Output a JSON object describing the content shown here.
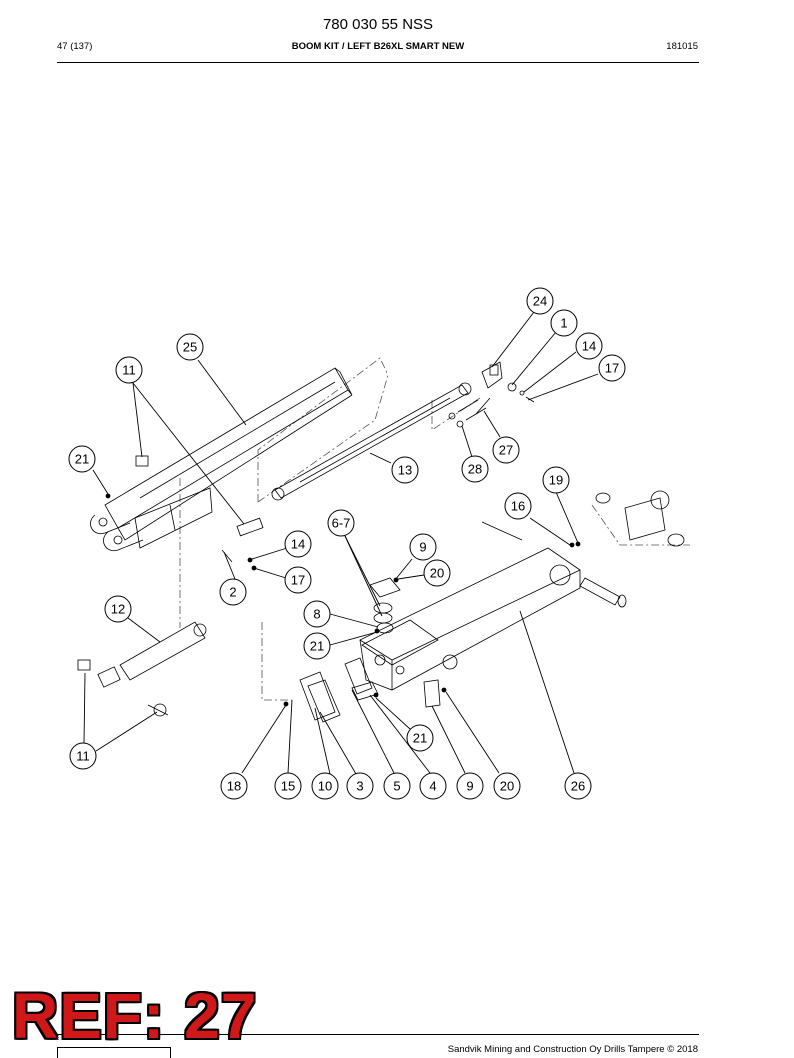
{
  "header": {
    "doc_number": "780 030 55 NSS",
    "page": "47 (137)",
    "title": "BOOM KIT / LEFT B26XL SMART NEW",
    "date": "181015"
  },
  "callouts": [
    {
      "id": "c24",
      "label": "24"
    },
    {
      "id": "c1",
      "label": "1"
    },
    {
      "id": "c14a",
      "label": "14"
    },
    {
      "id": "c17a",
      "label": "17"
    },
    {
      "id": "c25",
      "label": "25"
    },
    {
      "id": "c11a",
      "label": "11"
    },
    {
      "id": "c27",
      "label": "27"
    },
    {
      "id": "c21a",
      "label": "21"
    },
    {
      "id": "c13",
      "label": "13"
    },
    {
      "id": "c28",
      "label": "28"
    },
    {
      "id": "c19",
      "label": "19"
    },
    {
      "id": "c16",
      "label": "16"
    },
    {
      "id": "c6-7",
      "label": "6-7"
    },
    {
      "id": "c14b",
      "label": "14"
    },
    {
      "id": "c9a",
      "label": "9"
    },
    {
      "id": "c20a",
      "label": "20"
    },
    {
      "id": "c17b",
      "label": "17"
    },
    {
      "id": "c2",
      "label": "2"
    },
    {
      "id": "c12",
      "label": "12"
    },
    {
      "id": "c8",
      "label": "8"
    },
    {
      "id": "c21b",
      "label": "21"
    },
    {
      "id": "c21c",
      "label": "21"
    },
    {
      "id": "c11b",
      "label": "11"
    },
    {
      "id": "c18",
      "label": "18"
    },
    {
      "id": "c15",
      "label": "15"
    },
    {
      "id": "c10",
      "label": "10"
    },
    {
      "id": "c3",
      "label": "3"
    },
    {
      "id": "c5",
      "label": "5"
    },
    {
      "id": "c4",
      "label": "4"
    },
    {
      "id": "c9b",
      "label": "9"
    },
    {
      "id": "c20b",
      "label": "20"
    },
    {
      "id": "c26",
      "label": "26"
    }
  ],
  "stamp": "REF: 27",
  "footer": {
    "copyright": "Sandvik Mining and Construction Oy Drills Tampere © 2018"
  }
}
